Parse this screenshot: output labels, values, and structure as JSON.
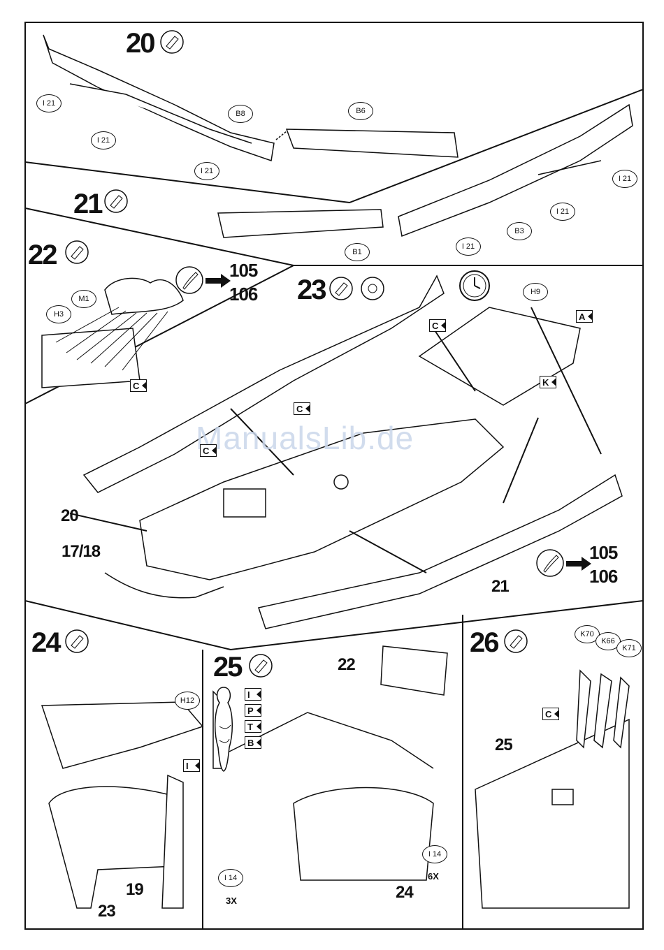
{
  "watermark": "ManualsLib.de",
  "steps": {
    "s20": "20",
    "s21": "21",
    "s22": "22",
    "s23": "23",
    "s24": "24",
    "s25": "25",
    "s26": "26"
  },
  "parts": {
    "i121": "I 21",
    "b8": "B8",
    "b6": "B6",
    "b1": "B1",
    "b3": "B3",
    "m1": "M1",
    "h3": "H3",
    "h9": "H9",
    "h12": "H12",
    "i14": "I 14",
    "k70": "K70",
    "k66": "K66",
    "k71": "K71"
  },
  "paint_codes": {
    "c": "C",
    "a": "A",
    "k": "K",
    "i": "I",
    "p": "P",
    "t": "T",
    "b": "B",
    "c105": "105",
    "c106": "106"
  },
  "callouts": {
    "n20": "20",
    "n1718": "17/18",
    "n21": "21",
    "n22": "22",
    "n23": "23",
    "n24": "24",
    "n19": "19",
    "n25": "25",
    "x3": "3X",
    "x6": "6X"
  },
  "icons": [
    "glue-tube-icon",
    "paint-brush-icon",
    "clock-icon",
    "glue-dispenser-icon",
    "arrow-right-icon"
  ]
}
